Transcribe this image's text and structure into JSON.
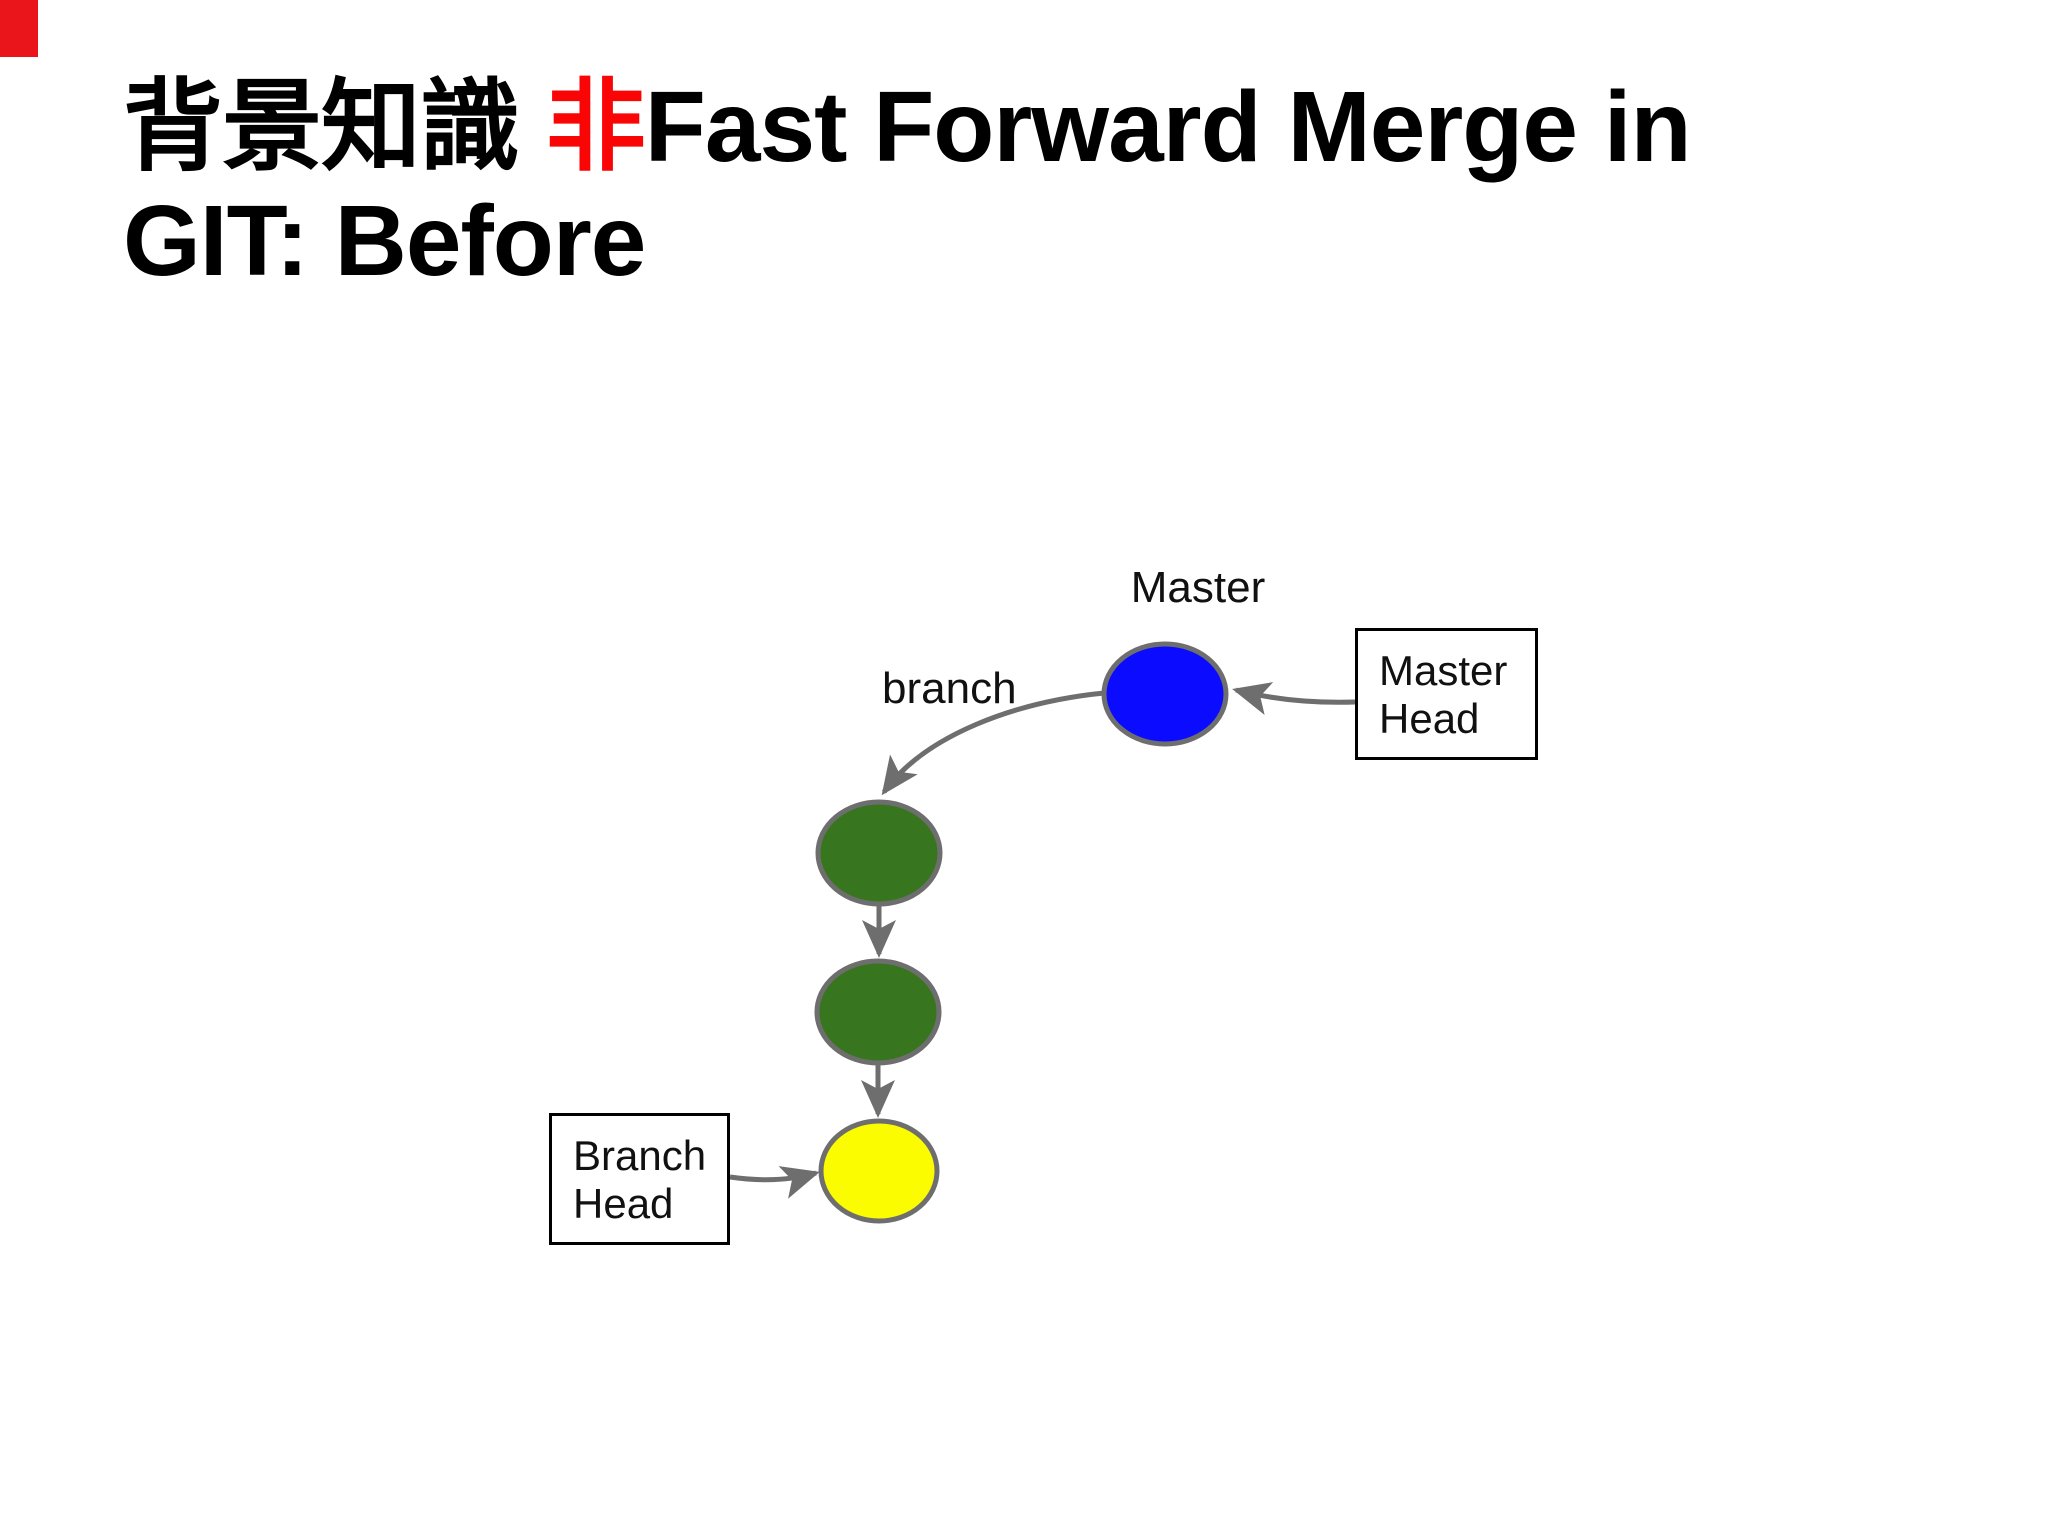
{
  "slide": {
    "background": "#ffffff",
    "corner_mark_color": "#e9151b"
  },
  "title": {
    "line1_black": "背景知識 ",
    "line1_red": "非",
    "line1_rest": "Fast Forward Merge in",
    "line2": "GIT: Before",
    "text_color": "#000000",
    "accent_color": "#fa0505"
  },
  "diagram": {
    "labels": {
      "master": "Master",
      "branch": "branch"
    },
    "boxes": {
      "master_head": {
        "line1": "Master",
        "line2": "Head"
      },
      "branch_head": {
        "line1": "Branch",
        "line2": "Head"
      }
    },
    "nodes": [
      {
        "name": "master-commit",
        "color": "#0b0bff"
      },
      {
        "name": "branch-commit-1",
        "color": "#37761f"
      },
      {
        "name": "branch-commit-2",
        "color": "#37761f"
      },
      {
        "name": "branch-head-commit",
        "color": "#fcfc00"
      }
    ],
    "stroke_color": "#6e6e6e"
  }
}
